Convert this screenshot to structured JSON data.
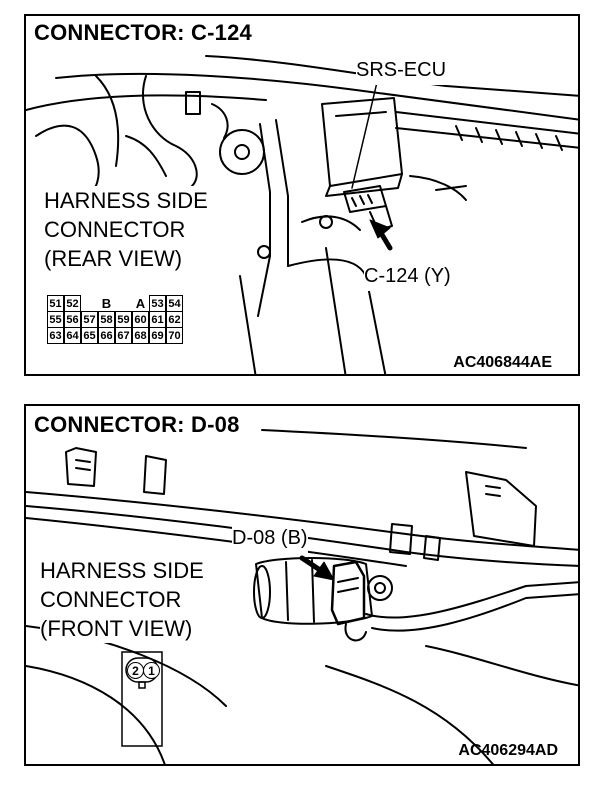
{
  "panel1": {
    "title": "CONNECTOR: C-124",
    "component_label": "SRS-ECU",
    "harness_lines": [
      "HARNESS SIDE",
      "CONNECTOR",
      "(REAR VIEW)"
    ],
    "connector_label": "C-124 (Y)",
    "ref_code": "AC406844AE",
    "pins_row1": [
      "51",
      "52",
      "",
      "B",
      "",
      "A",
      "53",
      "54"
    ],
    "pins_row2": [
      "55",
      "56",
      "57",
      "58",
      "59",
      "60",
      "61",
      "62"
    ],
    "pins_row3": [
      "63",
      "64",
      "65",
      "66",
      "67",
      "68",
      "69",
      "70"
    ]
  },
  "panel2": {
    "title": "CONNECTOR: D-08",
    "connector_label": "D-08 (B)",
    "harness_lines": [
      "HARNESS SIDE",
      "CONNECTOR",
      "(FRONT VIEW)"
    ],
    "ref_code": "AC406294AD",
    "pins": [
      "2",
      "1"
    ]
  },
  "icons": {
    "arrow": "pointer-arrow-icon"
  }
}
